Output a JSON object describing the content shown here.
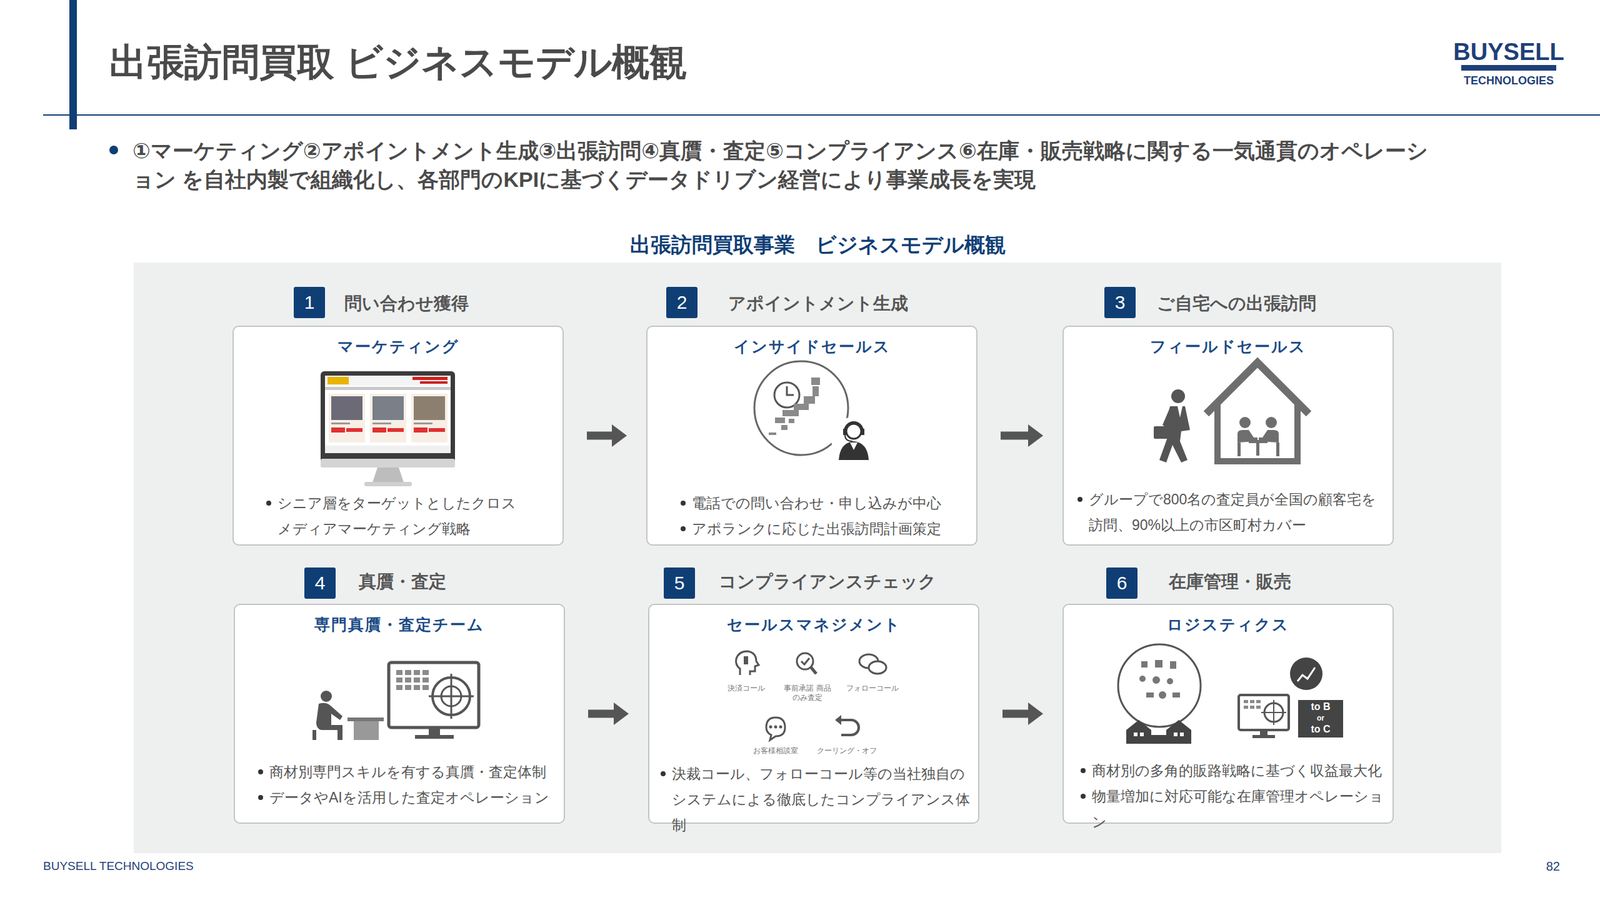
{
  "diagram": {
    "title": "出張訪問買取 ビジネスモデル概観",
    "nodes": [
      {
        "text": [
          "出張訪問買取事業　ビジネスモデル概観"
        ]
      },
      {
        "text": [
          "1"
        ],
        "in": 0
      },
      {
        "text": [
          "問い合わせ獲得",
          "マーケティング",
          "シニア層をターゲットとしたクロスメディアマーケティング戦略"
        ],
        "in": 0
      },
      {
        "text": [
          "2"
        ],
        "in": 0
      },
      {
        "text": [
          "アポイントメント生成",
          "インサイドセールス",
          "電話での問い合わせ・申し込みが中心",
          "アポランクに応じた出張訪問計画策定"
        ],
        "in": 0
      },
      {
        "text": [
          "3"
        ],
        "in": 0
      },
      {
        "text": [
          "ご自宅への出張訪問",
          "フィールドセールス",
          "グループで800名の査定員が全国の顧客宅を訪問、90%以上の市区町村カバー"
        ],
        "in": 0
      },
      {
        "text": [
          "4"
        ],
        "in": 0
      },
      {
        "text": [
          "真贋・査定",
          "専門真贋・査定チーム",
          "商材別専門スキルを有する真贋・査定体制",
          "データやAIを活用した査定オペレーション"
        ],
        "in": 0
      },
      {
        "text": [
          "5"
        ],
        "in": 0
      },
      {
        "text": [
          "コンプライアンスチェック",
          "セールスマネジメント",
          "決裁コール、フォローコール等の当社独自のシステムによる徹底したコンプライアンス体制"
        ],
        "in": 0
      },
      {
        "text": [
          "6"
        ],
        "in": 0
      },
      {
        "text": [
          "在庫管理・販売",
          "ロジスティクス",
          "商材別の多角的販路戦略に基づく収益最大化",
          "物量増加に対応可能な在庫管理オペレーション"
        ],
        "in": 0
      }
    ],
    "edges": [
      {
        "from": 2,
        "to": 4,
        "arrow": "to"
      },
      {
        "from": 4,
        "to": 6,
        "arrow": "to"
      },
      {
        "from": 8,
        "to": 10,
        "arrow": "to"
      },
      {
        "from": 10,
        "to": 12,
        "arrow": "to"
      }
    ],
    "labels": [
      "BUYSELL",
      "TECHNOLOGIES",
      "①マーケティング②アポイントメント生成③出張訪問④真贋・査定⑤コンプライアンス⑥在庫・販売戦略に関する一気通貫のオペレーション を自社内製で組織化し、各部門のKPIに基づくデータドリブン経営により事業成長を実現",
      "決済コール",
      "事前承諾 商品のみ査定",
      "フォローコール",
      "お客様相談室",
      "クーリング・オフ",
      "to B",
      "or",
      "to C",
      "BUYSELL TECHNOLOGIES",
      "82"
    ]
  }
}
